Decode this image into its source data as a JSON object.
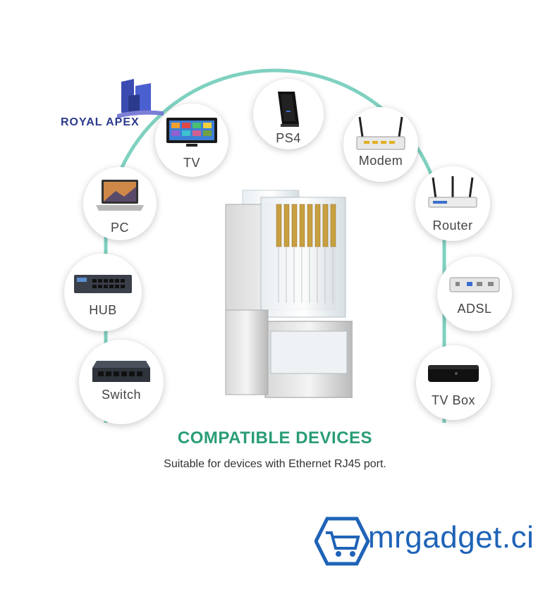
{
  "logo": {
    "name": "ROYAL APEX"
  },
  "devices": [
    {
      "id": "tv",
      "label": "TV",
      "icon": "tv-icon"
    },
    {
      "id": "ps4",
      "label": "PS4",
      "icon": "ps4-console-icon"
    },
    {
      "id": "modem",
      "label": "Modem",
      "icon": "modem-icon"
    },
    {
      "id": "pc",
      "label": "PC",
      "icon": "laptop-icon"
    },
    {
      "id": "router",
      "label": "Router",
      "icon": "router-icon"
    },
    {
      "id": "hub",
      "label": "HUB",
      "icon": "hub-icon"
    },
    {
      "id": "adsl",
      "label": "ADSL",
      "icon": "adsl-modem-icon"
    },
    {
      "id": "switch",
      "label": "Switch",
      "icon": "network-switch-icon"
    },
    {
      "id": "tvbox",
      "label": "TV Box",
      "icon": "tv-box-icon"
    }
  ],
  "headline": "COMPATIBLE DEVICES",
  "subline": "Suitable for devices with Ethernet RJ45 port.",
  "brand": {
    "name": "mrgadget.ci",
    "icon": "shopping-cart-icon"
  },
  "colors": {
    "accent": "#2a9d78",
    "arc": "#7fd1c0",
    "brand": "#1f63b8",
    "logo": "#2c3a8c"
  }
}
